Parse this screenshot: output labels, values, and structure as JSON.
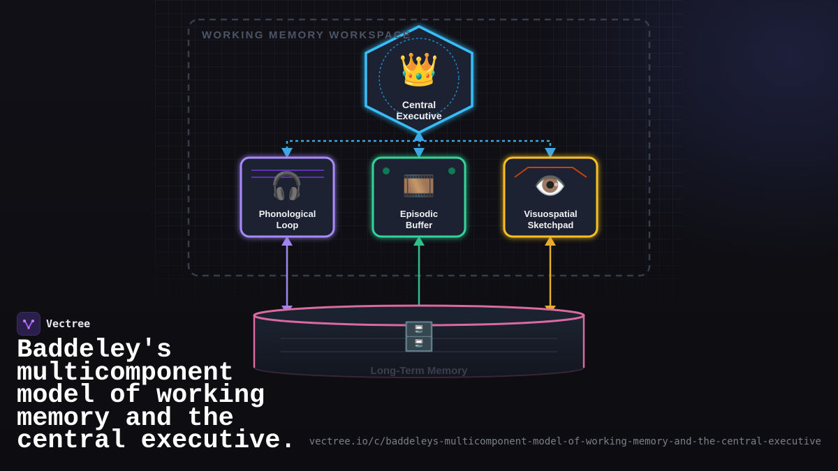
{
  "workspace": {
    "label": "WORKING MEMORY WORKSPACE"
  },
  "central_executive": {
    "label_line1": "Central",
    "label_line2": "Executive",
    "icon": "crown-icon",
    "icon_glyph": "👑",
    "color": "#38bdf8"
  },
  "components": [
    {
      "key": "phonological",
      "label_line1": "Phonological",
      "label_line2": "Loop",
      "icon": "headphones-icon",
      "icon_glyph": "🎧",
      "color": "#a78bfa"
    },
    {
      "key": "episodic",
      "label_line1": "Episodic",
      "label_line2": "Buffer",
      "icon": "film-frames-icon",
      "icon_glyph": "🎞️",
      "color": "#34d399"
    },
    {
      "key": "visuospatial",
      "label_line1": "Visuospatial",
      "label_line2": "Sketchpad",
      "icon": "eye-icon",
      "icon_glyph": "👁️",
      "color": "#fbbf24"
    }
  ],
  "long_term_memory": {
    "label": "Long-Term Memory",
    "icon": "file-cabinet-icon",
    "icon_glyph": "🗄️",
    "color": "#db6a9f"
  },
  "brand": {
    "name": "Vectree"
  },
  "title": "Baddeley's multicomponent model of working memory and the central executive.",
  "url": "vectree.io/c/baddeleys-multicomponent-model-of-working-memory-and-the-central-executive"
}
